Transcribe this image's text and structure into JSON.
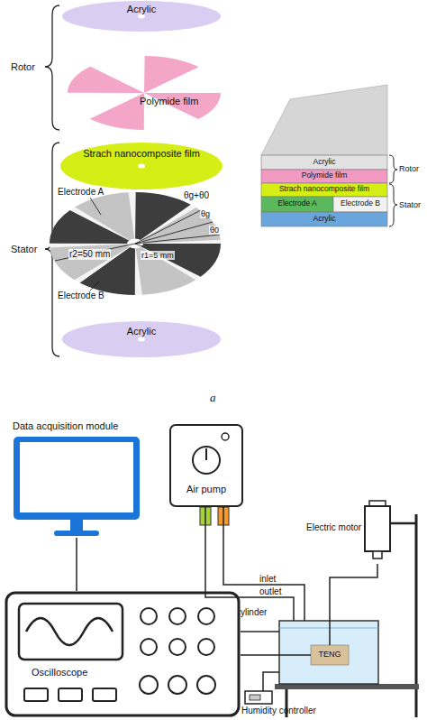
{
  "diagram": {
    "nodes": [
      {
        "text": [
          "Acrylic"
        ]
      },
      {
        "text": [
          "Polymide film"
        ]
      },
      {
        "text": [
          "Strach nanocomposite film"
        ]
      },
      {
        "text": [
          "Acrylic"
        ]
      },
      {
        "text": [
          "Acrylic"
        ]
      },
      {
        "text": [
          "Polymide film"
        ]
      },
      {
        "text": [
          "Strach nanocomposite film"
        ]
      },
      {
        "text": [
          "Electrode A"
        ]
      },
      {
        "text": [
          "Electrode B"
        ]
      },
      {
        "text": [
          "Acrylic"
        ]
      },
      {
        "text": [
          "Data acquisition module"
        ]
      },
      {
        "text": [
          "Air pump"
        ]
      },
      {
        "text": [
          "Electric motor"
        ]
      },
      {
        "text": [
          "Chamber cylinder"
        ]
      },
      {
        "text": [
          "TENG"
        ],
        "in": 13
      },
      {
        "text": [
          "Humidity controller"
        ]
      },
      {
        "text": [
          "Oscilloscope"
        ]
      }
    ],
    "edges": [
      {
        "from": 10,
        "to": 16,
        "arrow": "none"
      },
      {
        "from": 11,
        "to": 13,
        "label": "inlet",
        "arrow": "none"
      },
      {
        "from": 11,
        "to": 13,
        "label": "outlet",
        "arrow": "none"
      },
      {
        "from": 12,
        "to": 14,
        "arrow": "none"
      },
      {
        "from": 16,
        "to": 13,
        "arrow": "none"
      },
      {
        "from": 16,
        "to": 14,
        "arrow": "none"
      },
      {
        "from": 15,
        "to": 13,
        "arrow": "none"
      }
    ],
    "labels": [
      "Rotor",
      "Electrode A",
      "θg+θ0",
      "θg",
      "θ0",
      "r2=50 mm",
      "r1=5 mm",
      "Stator",
      "Electrode B",
      "Rotor",
      "Stator",
      "a"
    ]
  }
}
